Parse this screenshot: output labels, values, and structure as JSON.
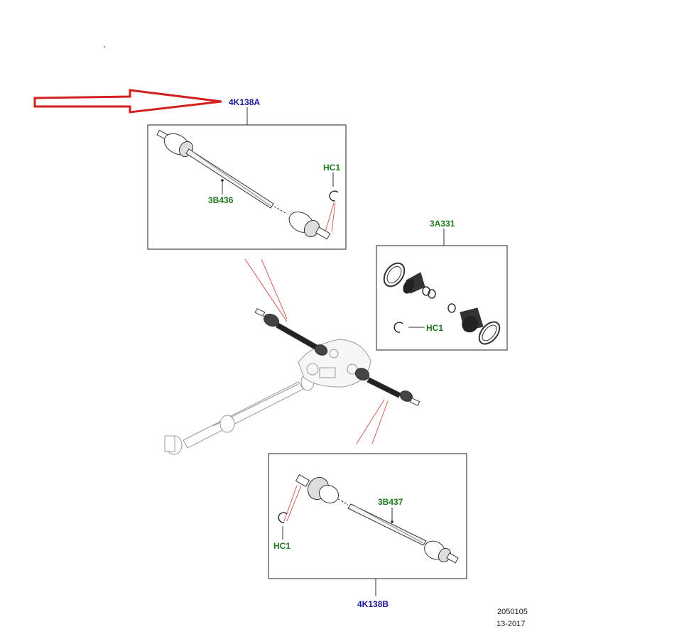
{
  "labels": {
    "front_halfshaft": "4K138A",
    "front_shaft": "3B436",
    "front_clip": "HC1",
    "boot_kit": "3A331",
    "boot_kit_clip": "HC1",
    "rear_shaft": "3B437",
    "rear_clip": "HC1",
    "rear_halfshaft": "4K138B",
    "diagram_number": "2050105",
    "diagram_date": "13-2017"
  },
  "colors": {
    "blue_label": "#1a1a9c",
    "green_label": "#1f7a1f",
    "callout_arrow": "#d42020",
    "leader_red": "#d45a5a"
  },
  "icons": {
    "callout_arrow": "arrow-right-icon"
  }
}
